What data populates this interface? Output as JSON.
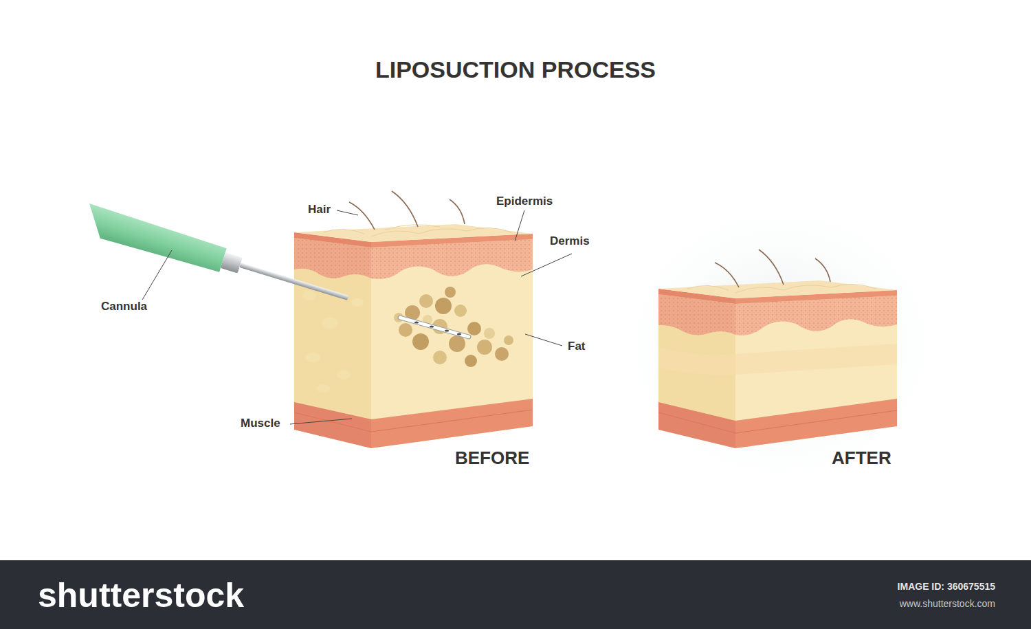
{
  "diagram": {
    "title": "LIPOSUCTION PROCESS",
    "labels": [
      "Hair",
      "Epidermis",
      "Dermis",
      "Cannula",
      "Fat",
      "Muscle",
      "BEFORE",
      "AFTER",
      "shutterstock",
      "IMAGE ID: 360675515",
      "www.shutterstock.com"
    ]
  }
}
